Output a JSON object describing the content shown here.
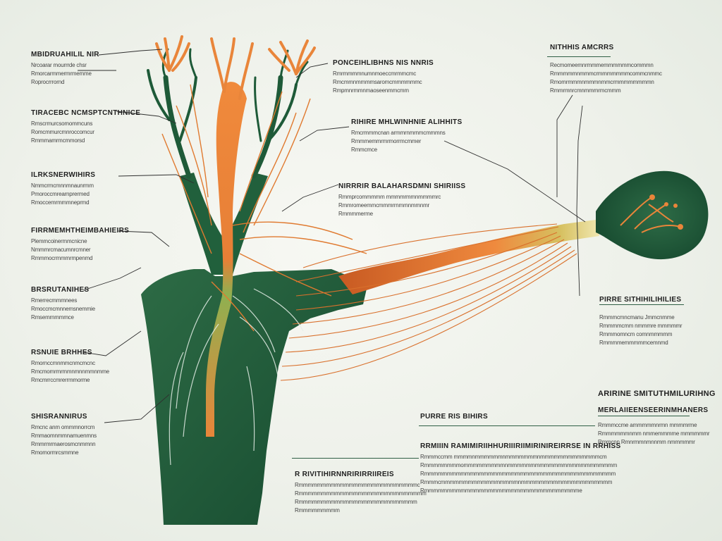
{
  "labels": [
    {
      "id": "l1",
      "title": "MBIDRUAHILIL NIR",
      "lines": [
        "Nrcoarar mourrrde chsr",
        "Rmorcarmmermrmemme",
        "Roprocrrrornd"
      ]
    },
    {
      "id": "l2",
      "title": "TIRACEBC NCMSPTCNTHNICE",
      "lines": [
        "Rrnscrmurcsomommcuns",
        "Romcmmurcmnroccomcur",
        "Rmmmamrmcmmorsd"
      ]
    },
    {
      "id": "l3",
      "title": "ILRKSNERWIHIRS",
      "lines": [
        "Nmmcrmcmnnmnaunrmm",
        "Pmoroccmrearnprermed",
        "Rmoccemrmmmneprmd"
      ]
    },
    {
      "id": "l4",
      "title": "FIRRMEMHTHEIMBAHIEIRS",
      "lines": [
        "Plemmcoinermmcnicne",
        "Nmmmrcmacumnrcmner",
        "Rmmmocrmmmrmpenmd"
      ]
    },
    {
      "id": "l5",
      "title": "BRSRUTANIHES",
      "lines": [
        "Rmerrecmmmnees",
        "Rmoccmcmnnemsnemmie",
        "Rmsemrnmmmce"
      ]
    },
    {
      "id": "l6",
      "title": "RSNUIE BRHHES",
      "lines": [
        "Rmornccmnmmcnmcmcnc",
        "Rmcmomrmrmmnmnnmmnmme",
        "Rmcmrrccmrerrmmorme"
      ]
    },
    {
      "id": "l7",
      "title": "SHISRANNIRUS",
      "lines": [
        "Rmcnc anm ommmnorrcm",
        "Rmmaomnmmnamuenmns",
        "Rmmrmrmaerosmcnmmnn",
        "Rmomormrcsmmne"
      ]
    },
    {
      "id": "l8",
      "title": "PONCEIHLIBHNS NIS NNRIS",
      "lines": [
        "Rmrmmmmnumnmoeccmrmmcmc",
        "Rmcmmnmmmmsaromcmmmmmmc",
        "Rmpmnrmmnmaoseenmmcmm"
      ]
    },
    {
      "id": "l9",
      "title": "RIHIRE MHLWINHNIE ALIHHITS",
      "lines": [
        "Rmcrmmmcnan armmrnmrnmcmmmns",
        "Rmmmemmrmrmorrmcmmer",
        "Rmmcmce"
      ]
    },
    {
      "id": "l10",
      "title": "NIRRRIR BALAHARSDMNI SHIRIISS",
      "lines": [
        "Rmmprcommmmm mmmmrmmnmmmmrc",
        "Rmmromeemmcmmmrrnmrnnmmnmr",
        "Rmmmmerme"
      ]
    },
    {
      "id": "l11",
      "title": "NITHHIS AMCRRS",
      "lines": [
        "Recmomeemnrmmmemmmmmmcommmn",
        "Rmmmmmnmmmcrmmmmmmmcommcnmmc",
        "Rmomrmmmnmmmnmmcrmmmmmmmmn",
        "Rmmrmnrcmnmmrnrmcmmm"
      ]
    },
    {
      "id": "l12",
      "title": "PIRRE SITHIHILIHILIES",
      "lines": [
        "Rmmmcmncmanu Jmmcnmme",
        "Rmmmmcmm nmmmre mmmmmr",
        "Rmmmomncm comnmmmmm",
        "Rmmmmemmmmmcemnmd"
      ]
    },
    {
      "id": "l13",
      "title": "ARIRINE SMITUTHMILURIHNG",
      "lines": []
    },
    {
      "id": "l14",
      "title": "MERLAIIEENSEERINMHANERS",
      "lines": [
        "Rmmmccme ammmmmnrmn mmmmrme",
        "Rmmmmmmnmm nmmemmmme mmmmmmr",
        "Rmmcnn Rmnrmmnmnnmm nmmmmmr"
      ]
    },
    {
      "id": "l15",
      "title": "PURRE RIS BIHIRS",
      "lines": []
    },
    {
      "id": "l16",
      "title": "RRMIIIN RAMIMIRIIHHURIIIRIIMIRINIREIRRSE IN RRHISS",
      "lines": [
        "Rmmmccmm mmmmnmmmmmmnmmmmmmmnmmmmmmmmmmmmmcm",
        "Rmmmmmmmmommmmmmmmmnmmmmmmmmmmmmmmmmmmmmmmmm",
        "Rmmmmmmmmmmmmmmmmmmmmmmmmmmmmmmmmmmmmmmmmmm",
        "Rmmmcmmmmmmmmmmmmmmmmmnmmmmmmmmmmmmmmmmmmmm",
        "Rmmmmmmmmmmmmmmmmmmmmmmmmmmmmmmmmmme"
      ]
    },
    {
      "id": "l17",
      "title": "R RIVITIHIRNNRIRIRRIIREIS",
      "lines": [
        "Rmmmmmmmmmmmmmmmmmmmmmmmmmmc",
        "Rmmmmmmmmmmmmmmmmmmmmmmmmmmmm",
        "Rmmmmmmmmmmmmmmmmmmmmmmmmmm",
        "Rmmmmmmmmm"
      ]
    }
  ],
  "colors": {
    "green_dark": "#1f5a3a",
    "green_mid": "#2e6f47",
    "orange": "#e9853a",
    "orange_dark": "#d4682a",
    "leader_line": "#2f2f2f",
    "rule_green": "#2f5f45"
  }
}
